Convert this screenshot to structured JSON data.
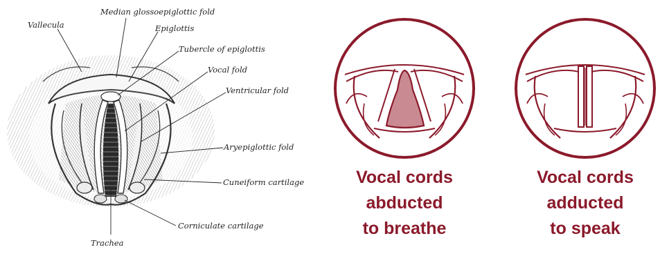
{
  "left_figure": {
    "labels": {
      "median_glossoepiglottic_fold": "Median glossoepiglottic fold",
      "vallecula": "Vallecula",
      "epiglottis": "Epiglottis",
      "tubercle_of_epiglottis": "Tubercle of epiglottis",
      "vocal_fold": "Vocal fold",
      "ventricular_fold": "Ventricular fold",
      "aryepiglottic_fold": "Aryepiglottic fold",
      "cuneiform_cartilage": "Cuneiform cartilage",
      "corniculate_cartilage": "Corniculate cartilage",
      "trachea": "Trachea"
    }
  },
  "right_figures": {
    "breathe": {
      "caption_lines": [
        "Vocal cords",
        "abducted",
        "to breathe"
      ]
    },
    "speak": {
      "caption_lines": [
        "Vocal cords",
        "adducted",
        "to speak"
      ]
    }
  },
  "colors": {
    "illustration_ink": "#8b1a2b",
    "glottis_fill": "#c98a92",
    "anatomy_ink": "#333333"
  }
}
